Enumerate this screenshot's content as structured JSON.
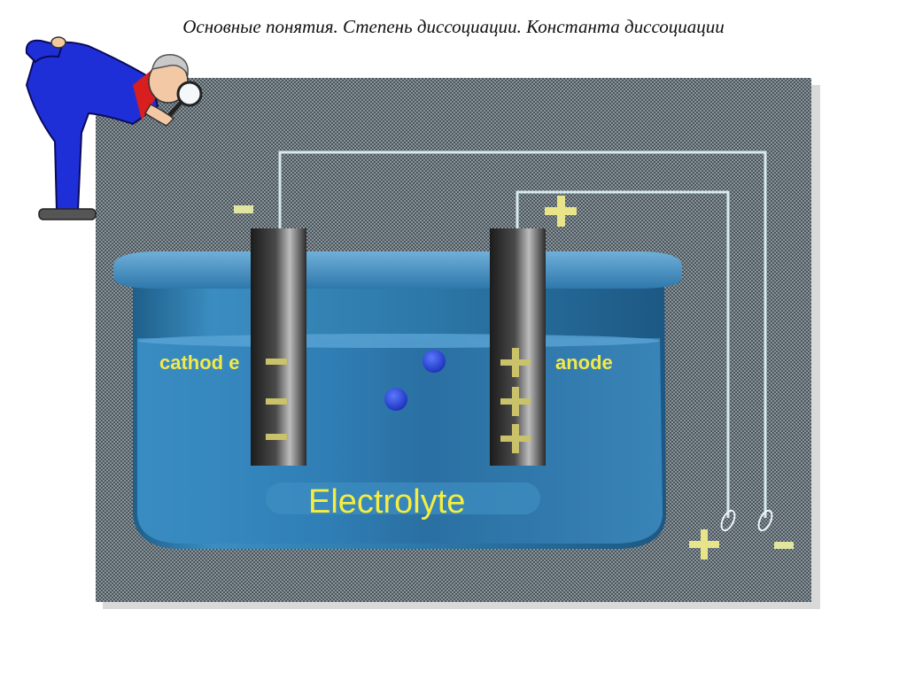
{
  "title": "Основные понятия. Степень диссоциации. Константа диссоциации",
  "labels": {
    "cathode": "cathod e",
    "anode": "anode",
    "electrolyte": "Electrolyte"
  },
  "signs": {
    "minus": "−",
    "plus": "+"
  },
  "colors": {
    "background": "#ffffff",
    "panel": "#5f6b73",
    "vessel": "#2f7fae",
    "liquid": "#3a8ec4",
    "label": "#f3e94a",
    "wire": "#d7eaf0",
    "ion": "#1f3fd8"
  },
  "icons": [
    "man-with-magnifier-icon"
  ]
}
